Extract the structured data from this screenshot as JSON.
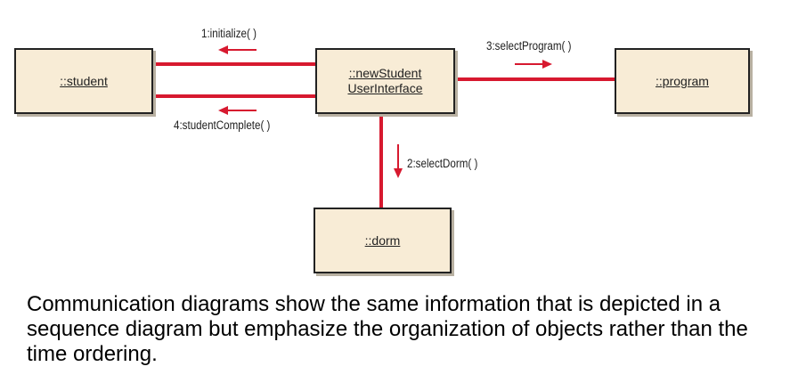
{
  "objects": {
    "student": "::student",
    "ui_line1": "::newStudent",
    "ui_line2": "UserInterface",
    "program": "::program",
    "dorm": "::dorm"
  },
  "messages": {
    "m1": "1:initialize( )",
    "m2": "2:selectDorm( )",
    "m3": "3:selectProgram( )",
    "m4": "4:studentComplete( )"
  },
  "caption": "Communication diagrams show the same information that is depicted in a sequence diagram but emphasize the organization of objects rather than the time ordering.",
  "colors": {
    "link": "#d7192f",
    "box_fill": "#f8ecd6",
    "box_border": "#222222"
  }
}
